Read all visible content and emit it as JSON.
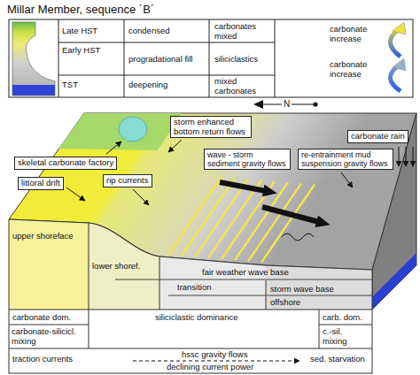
{
  "diagram": {
    "title": "Millar Member, sequence ´B´",
    "nodes": [
      {
        "text": [
          "storm enhanced bottom return flows"
        ]
      },
      {
        "text": [
          "carbonate rain"
        ]
      },
      {
        "text": [
          "skeletal carbonate factory"
        ]
      },
      {
        "text": [
          "wave - storm sediment gravity flows"
        ]
      },
      {
        "text": [
          "re-entrainment mud suspension gravity flows"
        ]
      },
      {
        "text": [
          "littoral drift"
        ]
      },
      {
        "text": [
          "rip currents"
        ]
      }
    ],
    "labels": [
      "Late HST",
      "condensed",
      "carbonates mixed",
      "Early HST",
      "progradational fill",
      "siliciclastics",
      "TST",
      "deepening",
      "mixed carbonates",
      "carbonate increase",
      "carbonate increase",
      "N",
      "upper shoreface",
      "lower shoref.",
      "transition",
      "fair weather wave base",
      "storm wave base",
      "offshore",
      "carbonate dom.",
      "siliciclastic dominance",
      "carb. dom.",
      "carbonate-silicicl. mixing",
      "c.-sil. mixing",
      "traction currents",
      "hssc gravity flows",
      "declining current power",
      "sed. starvation"
    ]
  }
}
